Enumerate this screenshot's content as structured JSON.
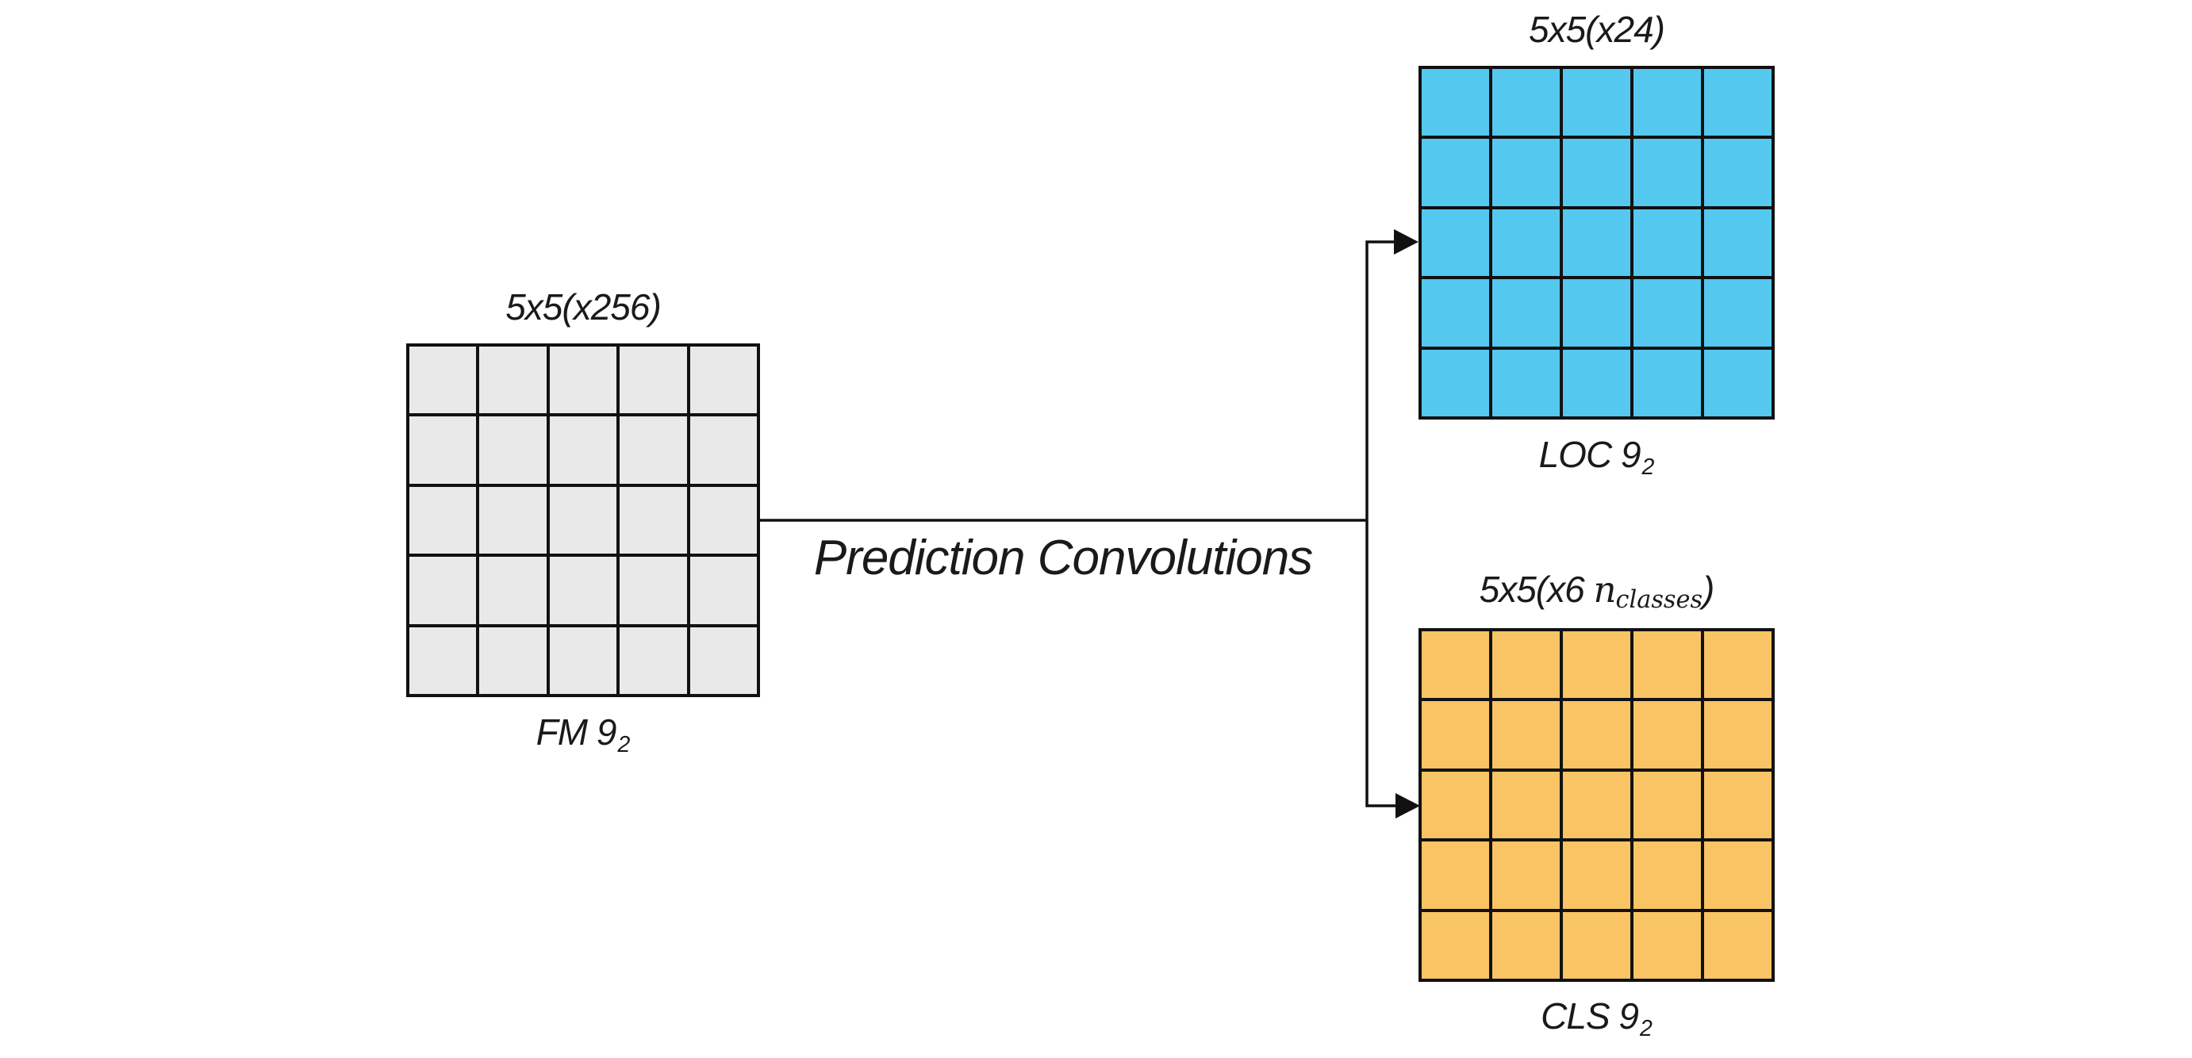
{
  "diagram": {
    "connector_label": "Prediction Convolutions",
    "line_color": "#111111",
    "background_color": "#ffffff",
    "blocks": {
      "fm": {
        "top_label": "5x5(x256)",
        "name": "FM 9",
        "name_subscript": "2",
        "fill": "#e9e9e9",
        "rows": 5,
        "cols": 5
      },
      "loc": {
        "top_label": "5x5(x24)",
        "name": "LOC 9",
        "name_subscript": "2",
        "fill": "#55c8f0",
        "rows": 5,
        "cols": 5
      },
      "cls": {
        "top_label_prefix": "5x5(x6 ",
        "top_label_variable": "n",
        "top_label_variable_subscript": "classes",
        "top_label_suffix": ")",
        "name": "CLS 9",
        "name_subscript": "2",
        "fill": "#f9c464",
        "rows": 5,
        "cols": 5
      }
    }
  }
}
